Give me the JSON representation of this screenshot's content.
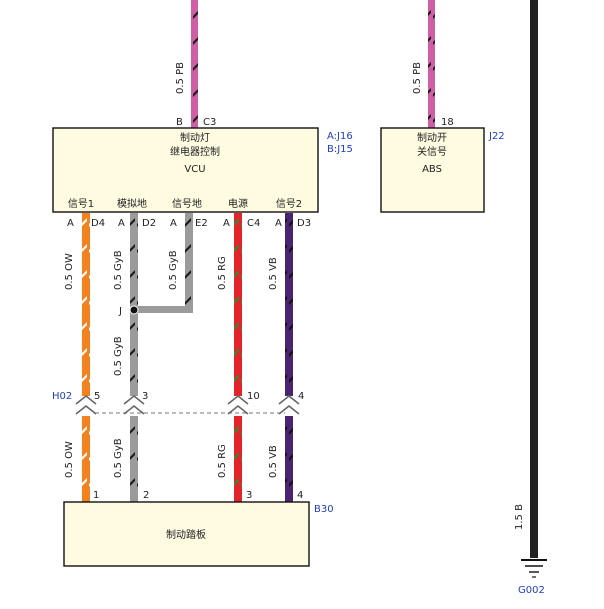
{
  "colors": {
    "pink": "#cf5fa4",
    "orange": "#f2821f",
    "gray": "#9b9b9b",
    "red": "#e3242b",
    "purple": "#4a2470",
    "black": "#222222",
    "stripe_black": "#1a1a1a",
    "stripe_white": "#ffffff",
    "stripe_green": "#2e8b3a",
    "connector_blue": "#1f3fc4",
    "box_fill": "#fefbe1"
  },
  "vcu": {
    "title_line1": "制动灯",
    "title_line2": "继电器控制",
    "name": "VCU",
    "conn_a": "A:J16",
    "conn_b": "B:J15",
    "top_pin_side": "B",
    "top_pin": "C3",
    "pin_labels": [
      "信号1",
      "模拟地",
      "信号地",
      "电源",
      "信号2"
    ],
    "pin_sides": [
      "A",
      "A",
      "A",
      "A",
      "A"
    ],
    "pins": [
      "D4",
      "D2",
      "E2",
      "C4",
      "D3"
    ]
  },
  "abs": {
    "title_line1": "制动开",
    "title_line2": "关信号",
    "name": "ABS",
    "connector": "J22",
    "top_pin": "18"
  },
  "wires_top": [
    {
      "label": "0.5 PB"
    },
    {
      "label": "0.5 PB"
    }
  ],
  "wires_upper": [
    {
      "label": "0.5 OW"
    },
    {
      "label": "0.5 GyB"
    },
    {
      "label": "0.5 GyB"
    },
    {
      "label": "0.5 RG"
    },
    {
      "label": "0.5 VB"
    }
  ],
  "splice": {
    "name": "J",
    "label": "0.5 GyB"
  },
  "h02": {
    "connector": "H02",
    "pins": [
      "5",
      "3",
      "10",
      "4"
    ]
  },
  "wires_lower": [
    {
      "label": "0.5 OW"
    },
    {
      "label": "0.5 GyB"
    },
    {
      "label": "0.5 RG"
    },
    {
      "label": "0.5 VB"
    }
  ],
  "pedal": {
    "name": "制动踏板",
    "connector": "B30",
    "pins": [
      "1",
      "2",
      "3",
      "4"
    ]
  },
  "ground": {
    "wire_label": "1.5 B",
    "name": "G002"
  }
}
